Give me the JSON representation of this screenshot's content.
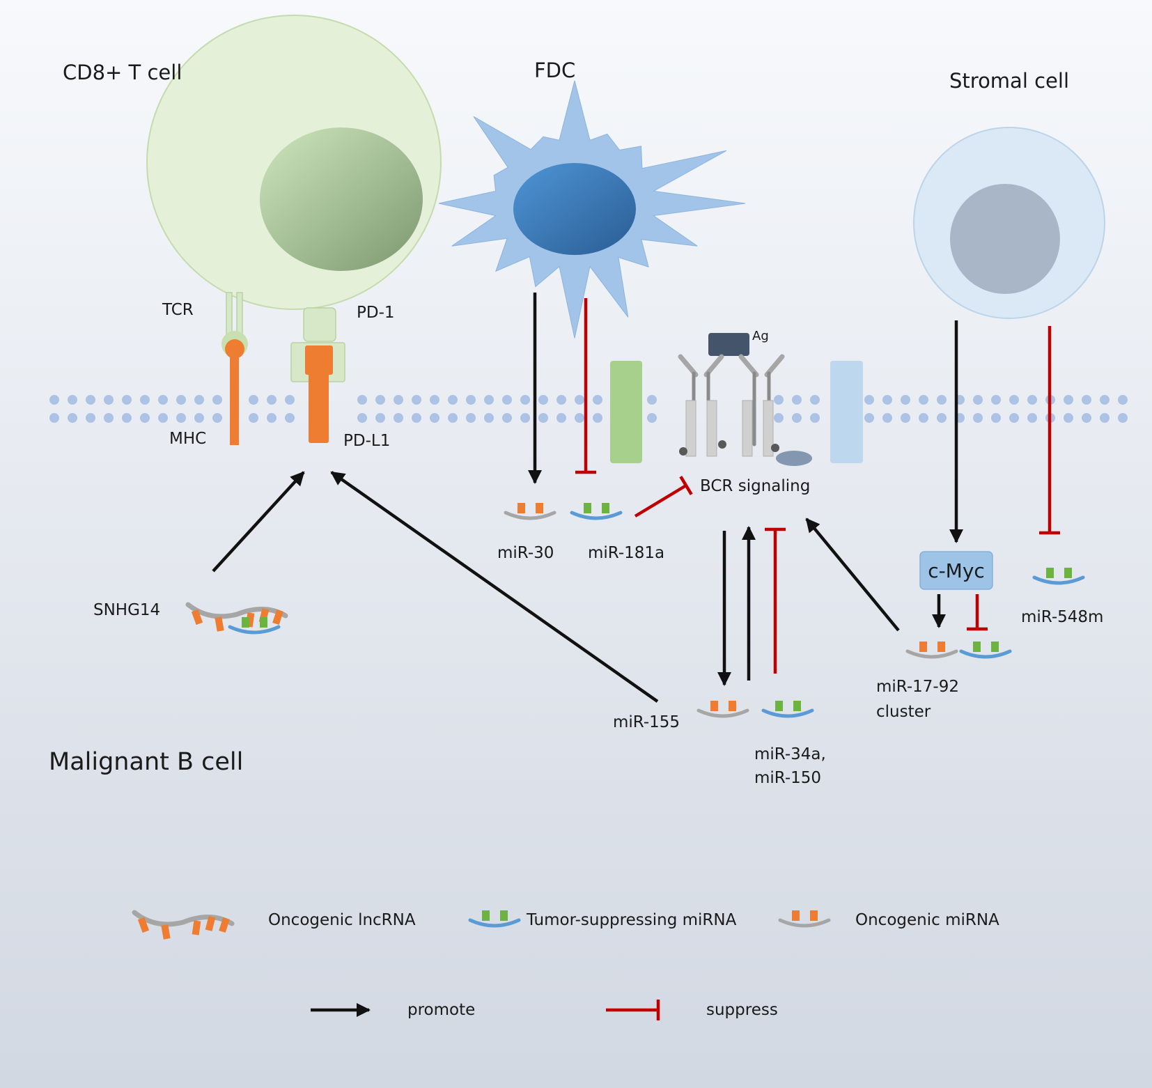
{
  "colors": {
    "bg_top": "#f6f8fb",
    "bg_bottom": "#d3d9e3",
    "promote": "#111111",
    "suppress": "#c00000",
    "oncogenic": "#ee7d31",
    "suppressor": "#6db33f",
    "membrane": "#adc3e6"
  },
  "cells": {
    "cd8": "CD8+ T cell",
    "fdc": "FDC",
    "stromal": "Stromal cell",
    "malignant": "Malignant B cell"
  },
  "molecules": {
    "tcr": "TCR",
    "pd1": "PD-1",
    "mhc": "MHC",
    "pdl1": "PD-L1",
    "ag": "Ag",
    "bcr": "BCR signaling",
    "cmyc": "c-Myc"
  },
  "rnas": {
    "snhg14": "SNHG14",
    "mir30": "miR-30",
    "mir181a": "miR-181a",
    "mir155": "miR-155",
    "mir34a_line1": "miR-34a,",
    "mir34a_line2": "miR-150",
    "mir1792_line1": "miR-17-92",
    "mir1792_line2": "cluster",
    "mir548m": "miR-548m"
  },
  "legend": {
    "lncrna": "Oncogenic lncRNA",
    "ts_mirna": "Tumor-suppressing miRNA",
    "onco_mirna": "Oncogenic miRNA",
    "promote": "promote",
    "suppress": "suppress"
  }
}
